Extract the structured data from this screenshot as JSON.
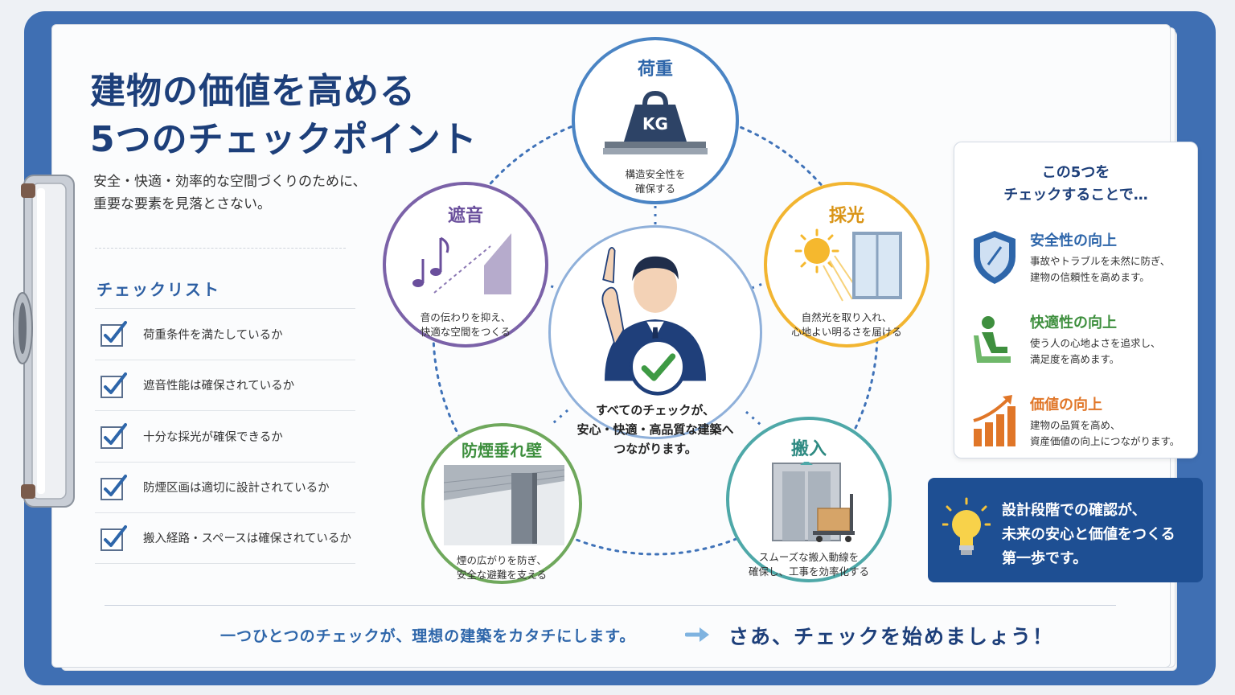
{
  "header": {
    "title_line1": "建物の価値を高める",
    "title_line2": "5つのチェックポイント",
    "subtitle_line1": "安全・快適・効率的な空間づくりのために、",
    "subtitle_line2": "重要な要素を見落とさない。"
  },
  "checklist": {
    "title": "チェックリスト",
    "items": [
      "荷重条件を満たしているか",
      "遮音性能は確保されているか",
      "十分な採光が確保できるか",
      "防煙区画は適切に設計されているか",
      "搬入経路・スペースは確保されているか"
    ]
  },
  "nodes": {
    "load": {
      "title": "荷重",
      "badge": "KG",
      "desc1": "構造安全性を",
      "desc2": "確保する",
      "color": "#4a84c4"
    },
    "sound": {
      "title": "遮音",
      "desc1": "音の伝わりを抑え、",
      "desc2": "快適な空間をつくる",
      "color": "#7b62a8"
    },
    "light": {
      "title": "採光",
      "desc1": "自然光を取り入れ、",
      "desc2": "心地よい明るさを届ける",
      "color": "#f2b531"
    },
    "smoke": {
      "title": "防煙垂れ壁",
      "desc1": "煙の広がりを防ぎ、",
      "desc2": "安全な避難を支える",
      "color": "#6fa85c"
    },
    "carry": {
      "title": "搬入",
      "desc1": "スムーズな搬入動線を",
      "desc2": "確保し、工事を効率化する",
      "color": "#4ea8a8"
    }
  },
  "center": {
    "line1": "すべてのチェックが、",
    "line2": "安心・快適・高品質な建築へ",
    "line3": "つながります。"
  },
  "benefits": {
    "heading_line1": "この5つを",
    "heading_line2": "チェックすることで…",
    "items": [
      {
        "title": "安全性の向上",
        "desc1": "事故やトラブルを未然に防ぎ、",
        "desc2": "建物の信頼性を高めます。",
        "color": "#2e66aa",
        "icon": "shield-icon"
      },
      {
        "title": "快適性の向上",
        "desc1": "使う人の心地よさを追求し、",
        "desc2": "満足度を高めます。",
        "color": "#3e8f3e",
        "icon": "seated-person-icon"
      },
      {
        "title": "価値の向上",
        "desc1": "建物の品質を高め、",
        "desc2": "資産価値の向上につながります。",
        "color": "#e07628",
        "icon": "growth-chart-icon"
      }
    ]
  },
  "tip": {
    "line1": "設計段階での確認が、",
    "line2": "未来の安心と価値をつくる",
    "line3": "第一歩です。"
  },
  "footer": {
    "left": "一つひとつのチェックが、理想の建築をカタチにします。",
    "right": "さあ、チェックを始めましょう！"
  }
}
